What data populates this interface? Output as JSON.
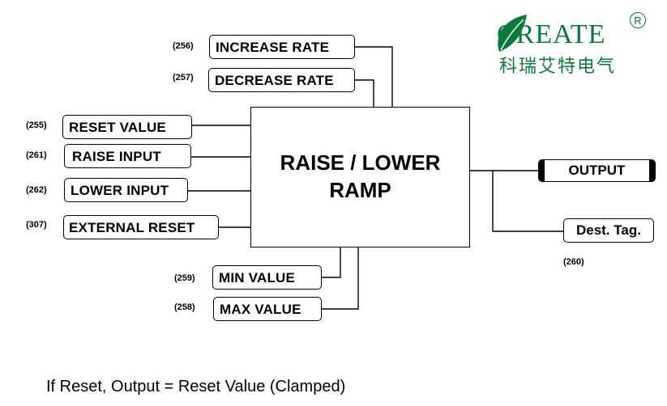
{
  "logo": {
    "brand": "CREATE",
    "brand_cn": "科瑞艾特电气",
    "registered": "R"
  },
  "block": {
    "title_line1": "RAISE / LOWER",
    "title_line2": "RAMP"
  },
  "inputs": [
    {
      "tag": "(256)",
      "label": "INCREASE RATE"
    },
    {
      "tag": "(257)",
      "label": "DECREASE RATE"
    },
    {
      "tag": "(255)",
      "label": "RESET VALUE"
    },
    {
      "tag": "(261)",
      "label": "RAISE INPUT"
    },
    {
      "tag": "(262)",
      "label": "LOWER INPUT"
    },
    {
      "tag": "(307)",
      "label": "EXTERNAL RESET"
    },
    {
      "tag": "(259)",
      "label": "MIN VALUE"
    },
    {
      "tag": "(258)",
      "label": "MAX VALUE"
    }
  ],
  "outputs": {
    "output_label": "OUTPUT",
    "dest_label": "Dest. Tag.",
    "dest_tag": "(260)"
  },
  "formula": "If Reset, Output =  Reset Value (Clamped)",
  "colors": {
    "logo_green": "#0a7a3a",
    "line": "#000000"
  }
}
